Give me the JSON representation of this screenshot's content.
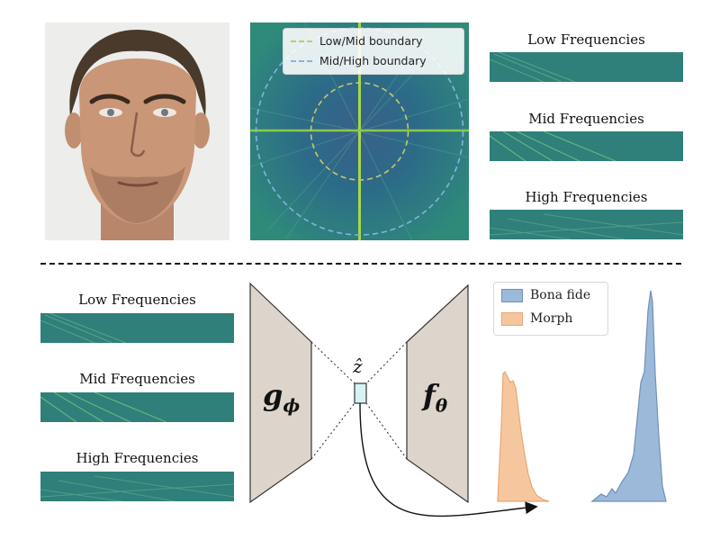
{
  "top_panel": {
    "face_photo": {
      "subject": "face"
    },
    "spectrum": {
      "legend": [
        {
          "label": "Low/Mid boundary",
          "color": "#c8c86a"
        },
        {
          "label": "Mid/High boundary",
          "color": "#86b3e0"
        }
      ],
      "colors": {
        "background": "#2f7d7c",
        "center_line": "#a6d94a"
      }
    },
    "bands": [
      {
        "label": "Low Frequencies"
      },
      {
        "label": "Mid Frequencies"
      },
      {
        "label": "High Frequencies"
      }
    ]
  },
  "bottom_panel": {
    "bands": [
      {
        "label": "Low Frequencies"
      },
      {
        "label": "Mid Frequencies"
      },
      {
        "label": "High Frequencies"
      }
    ],
    "encoder": {
      "label": "g",
      "subscript": "ϕ",
      "color": "#ddd5cc"
    },
    "latent": {
      "label": "ẑ",
      "color": "#d8f2f2"
    },
    "decoder": {
      "label": "f",
      "subscript": "θ",
      "color": "#ddd5cc"
    },
    "legend": [
      {
        "label": "Bona fide",
        "color": "#9cb9da"
      },
      {
        "label": "Morph",
        "color": "#f6c79f"
      }
    ]
  }
}
